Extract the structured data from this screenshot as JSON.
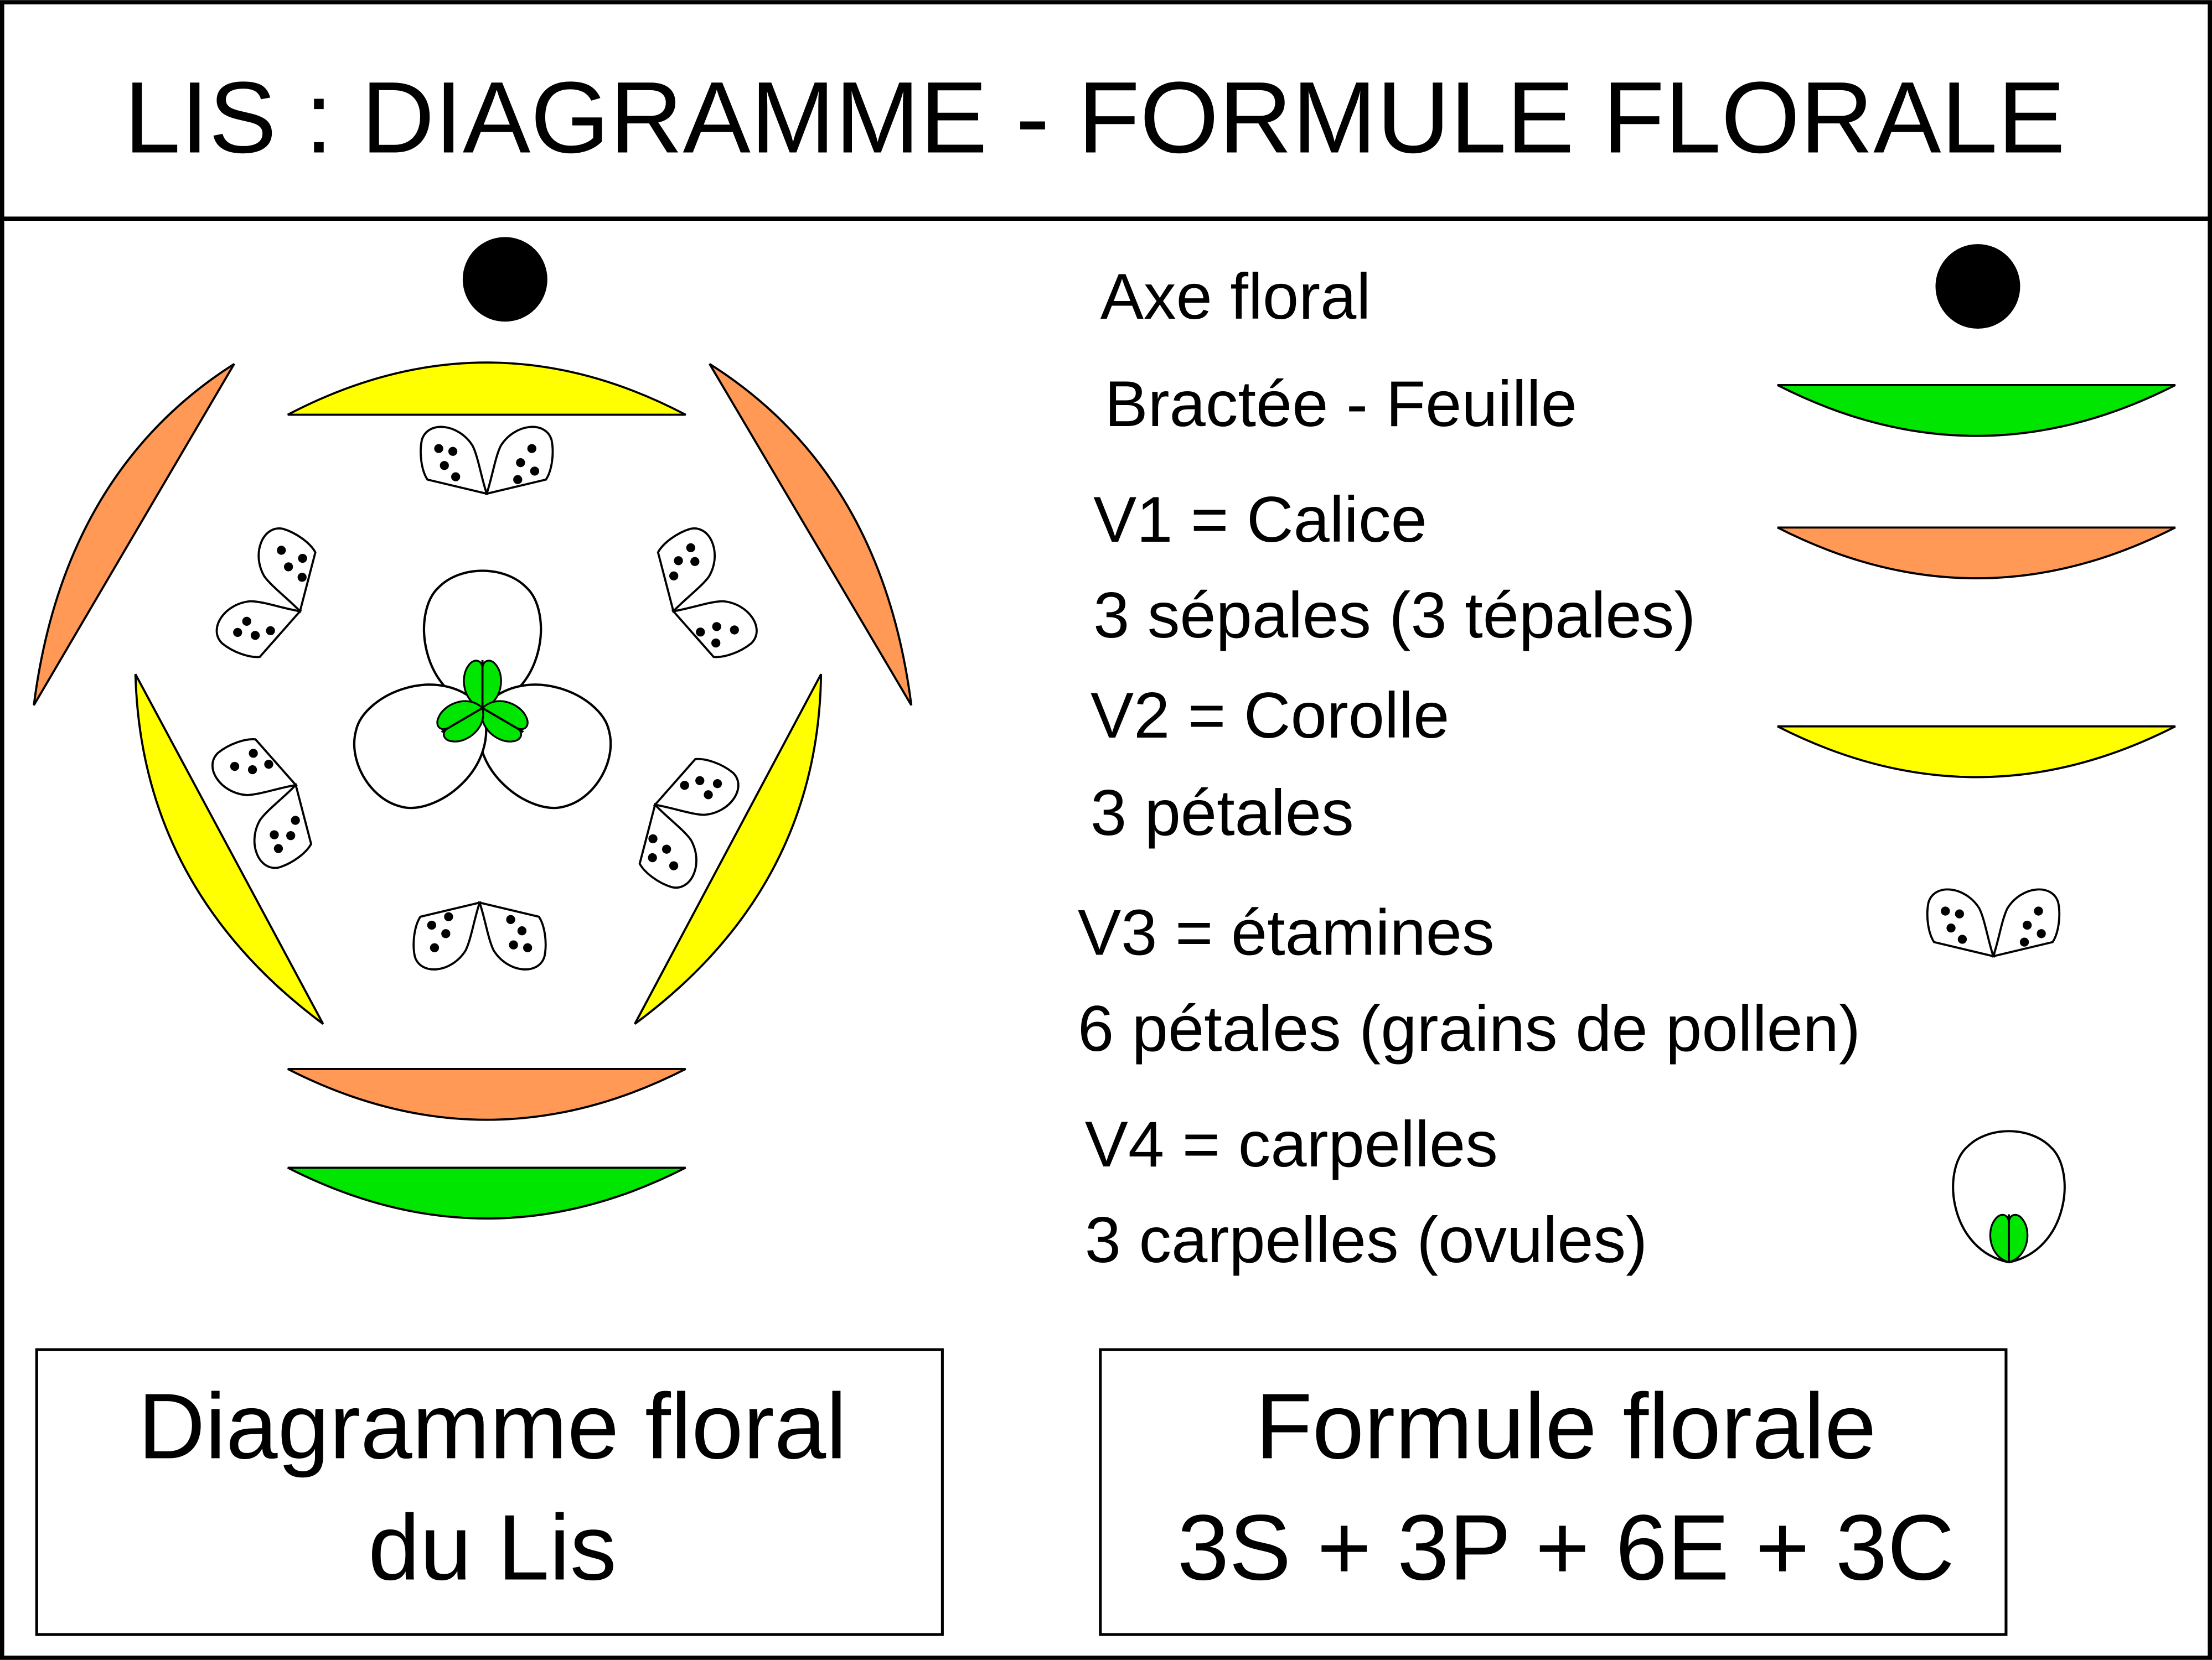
{
  "title": "LIS : DIAGRAMME - FORMULE FLORALE",
  "colors": {
    "axis": "#000000",
    "bract": "#00e600",
    "sepal": "#ff9955",
    "petal": "#ffff00",
    "carpel": "#00e600",
    "outline": "#000000",
    "background": "#ffffff"
  },
  "legend": {
    "axis_label": "Axe floral",
    "bract_label": "Bractée - Feuille",
    "calyx_label": "V1 = Calice",
    "calyx_detail": "3 sépales (3 tépales)",
    "corolla_label": "V2 = Corolle",
    "corolla_detail": "3 pétales",
    "stamens_label": "V3 = étamines",
    "stamens_detail": "6 pétales (grains de pollen)",
    "carpels_label": "V4 = carpelles",
    "carpels_detail": "3 carpelles (ovules)"
  },
  "diagram_box": {
    "line1": "Diagramme floral",
    "line2": "du Lis"
  },
  "formula_box": {
    "line1": "Formule florale",
    "line2": "3S + 3P + 6E + 3C"
  }
}
